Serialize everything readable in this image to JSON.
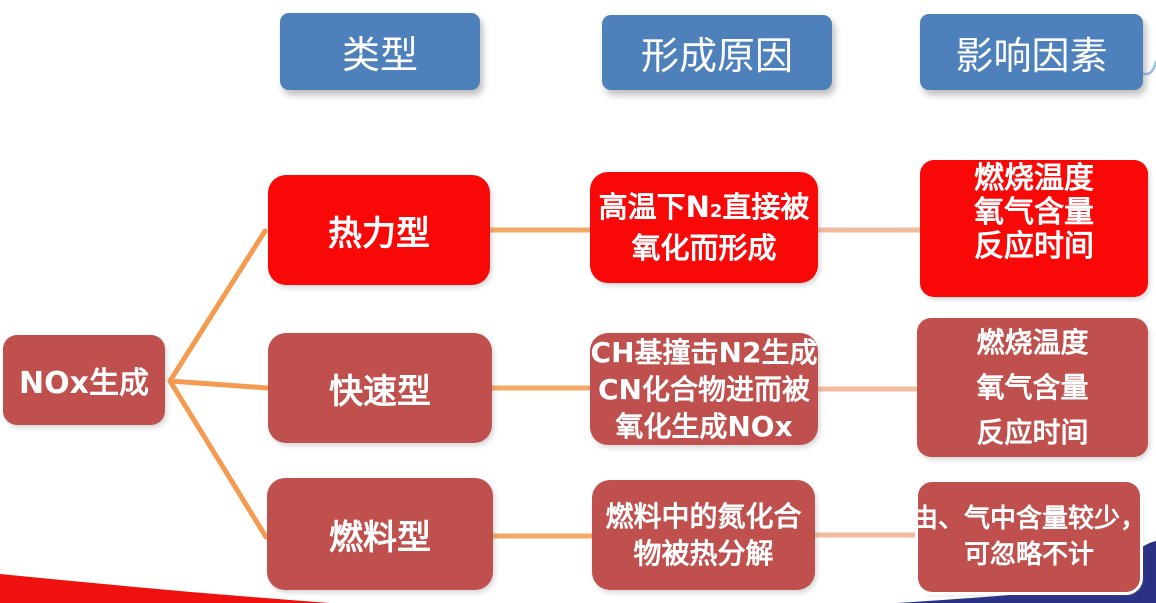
{
  "title": "NOx formation diagram",
  "colors": {
    "header_blue": "#4E80BB",
    "bright_red": "#F90808",
    "brown_red": "#C0504D",
    "fan_orange": "#F49B51",
    "pale_orange": "#F2BA9E",
    "navy_swoosh": "#2B3286",
    "wedge_red": "#EF1010",
    "curl_blue": "#9CC2E5"
  },
  "headers": [
    {
      "label": "类型"
    },
    {
      "label": "形成原因"
    },
    {
      "label": "影响因素"
    }
  ],
  "root": {
    "label": "NOx生成"
  },
  "rows": [
    {
      "type_label": "热力型",
      "cause": {
        "l1_pre": "高温下N",
        "l1_sub": "2",
        "l1_post": "直接被",
        "l2": "氧化而形成"
      },
      "factor_lines": [
        "燃烧温度",
        "氧气含量",
        "反应时间"
      ]
    },
    {
      "type_label": "快速型",
      "cause_lines": [
        "CH基撞击N2生成",
        "CN化合物进而被",
        "氧化生成NOx"
      ],
      "factor_lines": [
        "燃烧温度",
        "氧气含量",
        "反应时间"
      ]
    },
    {
      "type_label": "燃料型",
      "cause_lines": [
        "燃料中的氮化合",
        "物被热分解"
      ],
      "factor_lines": [
        "由、气中含量较少，",
        "可忽略不计"
      ]
    }
  ]
}
